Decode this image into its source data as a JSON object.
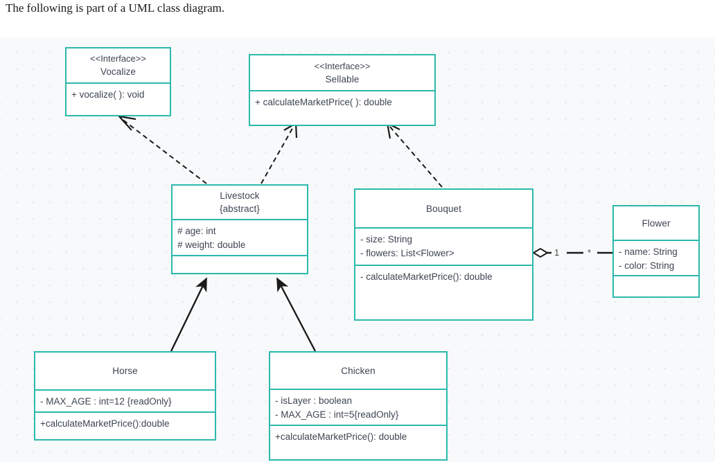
{
  "caption": "The following is part of a UML class diagram.",
  "palette": {
    "node_border": "#2bb9ab",
    "node_fill": "#ffffff",
    "text": "#3d4450",
    "canvas_bg": "#f8f9fa",
    "grid_dot": "#e3e4e8",
    "edge": "#1a1a1a"
  },
  "diagram": {
    "type": "uml-class-diagram",
    "nodes": [
      {
        "id": "vocalize",
        "kind": "interface",
        "stereotype": "<<Interface>>",
        "name": "Vocalize",
        "attributes": [],
        "operations": [
          "+ vocalize( ): void"
        ],
        "has_empty_compartment": false
      },
      {
        "id": "sellable",
        "kind": "interface",
        "stereotype": "<<Interface>>",
        "name": "Sellable",
        "attributes": [],
        "operations": [
          "+ calculateMarketPrice( ): double"
        ],
        "has_empty_compartment": false
      },
      {
        "id": "livestock",
        "kind": "abstract-class",
        "stereotype": "",
        "name": "Livestock",
        "modifier": "{abstract}",
        "attributes": [
          "# age: int",
          "# weight: double"
        ],
        "operations": [],
        "has_empty_compartment": true
      },
      {
        "id": "bouquet",
        "kind": "class",
        "stereotype": "",
        "name": "Bouquet",
        "attributes": [
          "-  size: String",
          "- flowers: List<Flower>"
        ],
        "operations": [
          "- calculateMarketPrice(): double"
        ],
        "has_empty_compartment": false
      },
      {
        "id": "flower",
        "kind": "class",
        "stereotype": "",
        "name": "Flower",
        "attributes": [
          "-  name: String",
          "- color: String"
        ],
        "operations": [],
        "has_empty_compartment": true
      },
      {
        "id": "horse",
        "kind": "class",
        "stereotype": "",
        "name": "Horse",
        "attributes": [
          "- MAX_AGE : int=12 {readOnly}"
        ],
        "operations": [
          "+calculateMarketPrice():double"
        ],
        "has_empty_compartment": false
      },
      {
        "id": "chicken",
        "kind": "class",
        "stereotype": "",
        "name": "Chicken",
        "attributes": [
          "- isLayer : boolean",
          "- MAX_AGE : int=5{readOnly}"
        ],
        "operations": [
          "+calculateMarketPrice(): double"
        ],
        "has_empty_compartment": false
      }
    ],
    "edges": [
      {
        "id": "e1",
        "from": "livestock",
        "to": "vocalize",
        "kind": "realization",
        "line": "dashed",
        "head": "hollow-arrow"
      },
      {
        "id": "e2",
        "from": "livestock",
        "to": "sellable",
        "kind": "realization",
        "line": "dashed",
        "head": "hollow-arrow"
      },
      {
        "id": "e3",
        "from": "bouquet",
        "to": "sellable",
        "kind": "realization",
        "line": "dashed",
        "head": "hollow-arrow"
      },
      {
        "id": "e4",
        "from": "horse",
        "to": "livestock",
        "kind": "generalization",
        "line": "solid",
        "head": "filled-arrow"
      },
      {
        "id": "e5",
        "from": "chicken",
        "to": "livestock",
        "kind": "generalization",
        "line": "solid",
        "head": "filled-arrow"
      },
      {
        "id": "e6",
        "from": "bouquet",
        "to": "flower",
        "kind": "aggregation",
        "line": "solid",
        "head": "hollow-diamond",
        "source_multiplicity": "1",
        "target_multiplicity": "*"
      }
    ]
  }
}
